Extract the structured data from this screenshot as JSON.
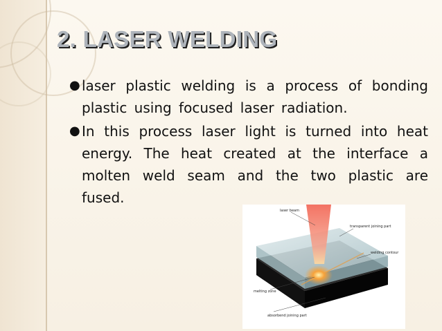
{
  "slide": {
    "title": "2. LASER WELDING",
    "bullets": [
      {
        "marker": "●",
        "text": "laser plastic welding is a process of bonding plastic using focused laser radiation."
      },
      {
        "marker": "●",
        "text": "In this process laser light is turned into heat energy. The heat created at the interface a molten weld seam and the two plastic are fused."
      }
    ]
  },
  "figure": {
    "labels": {
      "laser_beam": "laser beam",
      "transparent_part": "transparent joining part",
      "welding_contour": "welding contour",
      "melting_zone": "melting zone",
      "absorbent_part": "absorbend joining part"
    }
  },
  "colors": {
    "title_fill": "#aeb4bb",
    "title_shadow": "#1f1f1f",
    "background": "#fbf7ef",
    "side_band": "#efe4d2",
    "beam": "#f07a6a",
    "top_plate": "#bfd4d8",
    "bottom_plate": "#1a1a1a"
  }
}
